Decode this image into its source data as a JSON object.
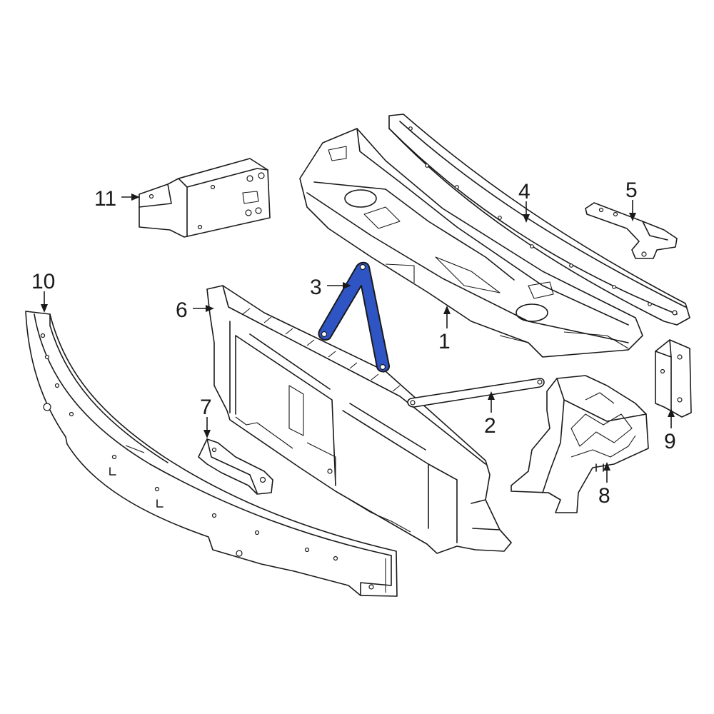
{
  "highlight_color": "#2f55c4",
  "highlighted_part": "3",
  "callouts": [
    {
      "id": "c1",
      "label": "1"
    },
    {
      "id": "c2",
      "label": "2"
    },
    {
      "id": "c3",
      "label": "3"
    },
    {
      "id": "c4",
      "label": "4"
    },
    {
      "id": "c5",
      "label": "5"
    },
    {
      "id": "c6",
      "label": "6"
    },
    {
      "id": "c7",
      "label": "7"
    },
    {
      "id": "c8",
      "label": "8"
    },
    {
      "id": "c9",
      "label": "9"
    },
    {
      "id": "c10",
      "label": "10"
    },
    {
      "id": "c11",
      "label": "11"
    }
  ]
}
